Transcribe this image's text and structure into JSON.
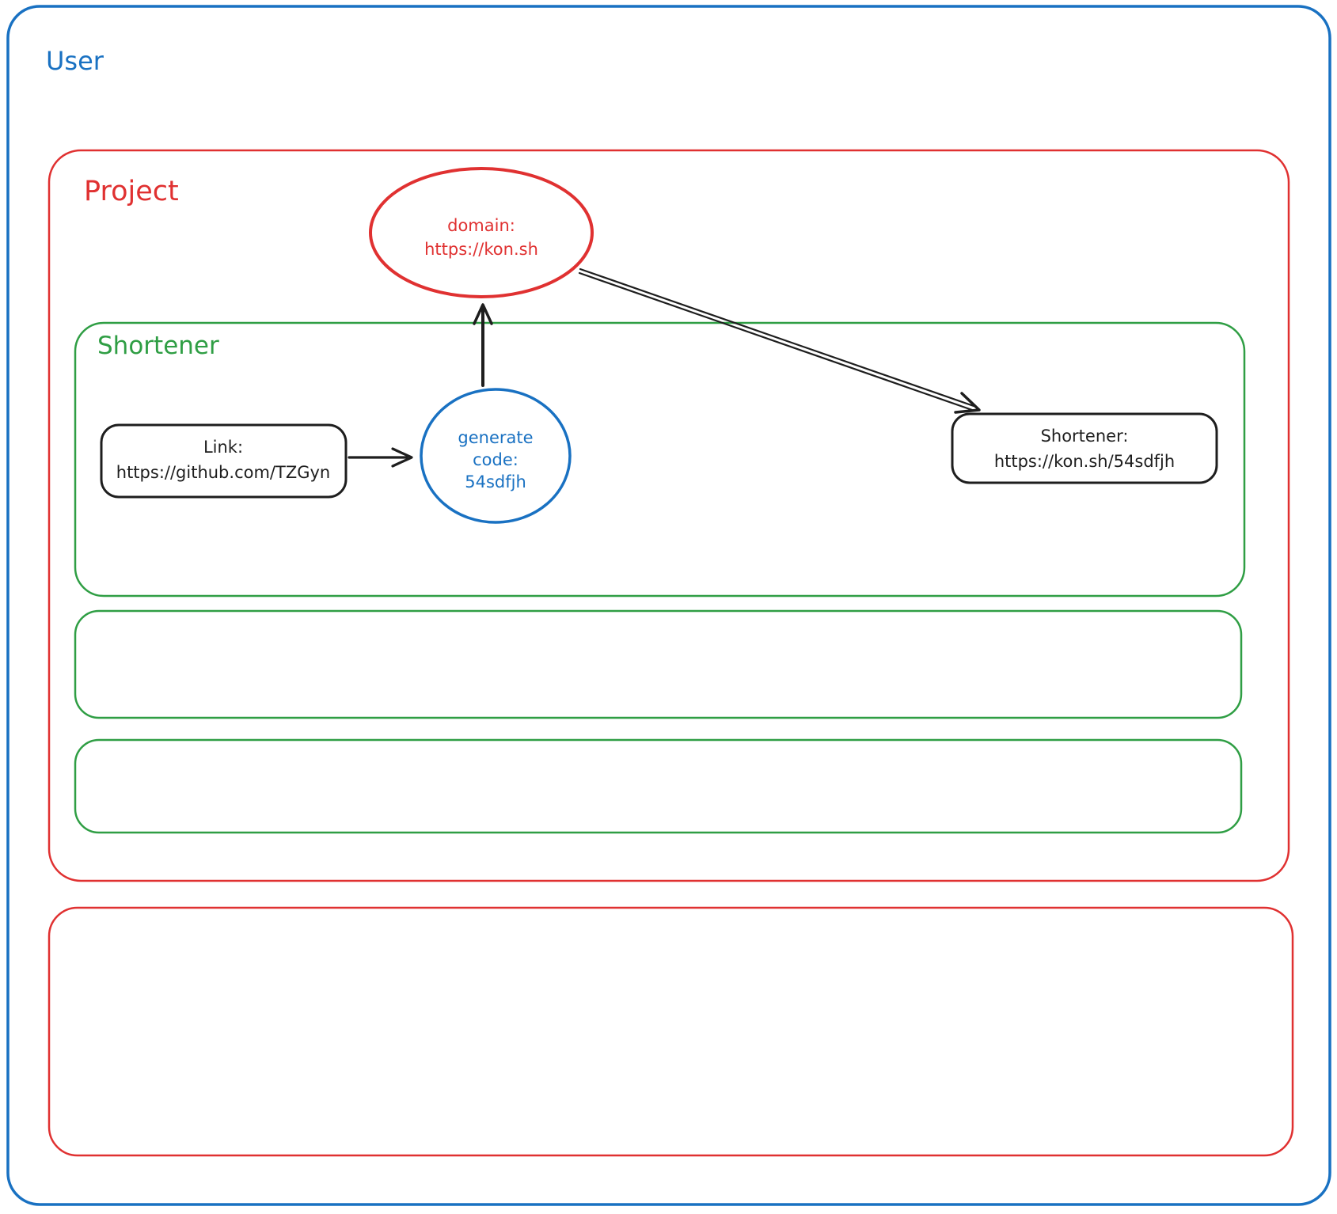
{
  "diagram": {
    "colors": {
      "blue": "#1971c2",
      "red": "#e03131",
      "green": "#2f9e44",
      "black": "#1e1e1e",
      "background": "#ffffff"
    },
    "containers": {
      "user": {
        "label": "User",
        "color": "#1971c2"
      },
      "project": {
        "label": "Project",
        "color": "#e03131"
      },
      "shortener": {
        "label": "Shortener",
        "color": "#2f9e44"
      }
    },
    "nodes": {
      "domain": {
        "shape": "ellipse",
        "color": "#e03131",
        "lines": [
          "domain:",
          "https://kon.sh"
        ]
      },
      "link": {
        "shape": "rounded-rectangle",
        "color": "#1e1e1e",
        "lines": [
          "Link:",
          "https://github.com/TZGyn"
        ]
      },
      "generate_code": {
        "shape": "circle",
        "color": "#1971c2",
        "lines": [
          "generate",
          "code:",
          "54sdfjh"
        ]
      },
      "shortener_result": {
        "shape": "rounded-rectangle",
        "color": "#1e1e1e",
        "lines": [
          "Shortener:",
          "https://kon.sh/54sdfjh"
        ]
      }
    },
    "arrows": [
      {
        "from": "link",
        "to": "generate_code",
        "line_style": "single"
      },
      {
        "from": "generate_code",
        "to": "domain",
        "line_style": "single"
      },
      {
        "from": "domain",
        "to": "shortener_result",
        "line_style": "double"
      }
    ]
  }
}
